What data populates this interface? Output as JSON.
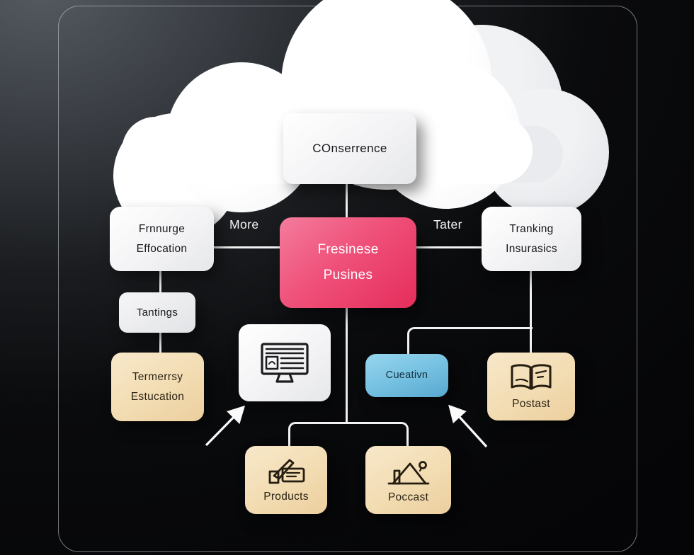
{
  "diagram": {
    "cloud_label": "COnserrence",
    "center_node": {
      "line1": "Fresinese",
      "line2": "Pusines"
    },
    "left_branch": {
      "edge_label": "More",
      "node": {
        "line1": "Frnnurge",
        "line2": "Effocation"
      },
      "child_label": "Tantings",
      "grandchild": {
        "line1": "Termerrsy",
        "line2": "Estucation"
      }
    },
    "right_branch": {
      "edge_label": "Tater",
      "node": {
        "line1": "Tranking",
        "line2": "Insurasics"
      },
      "blue_child_label": "Cueativn",
      "book_child_label": "Postast"
    },
    "bottom_row": {
      "products_label": "Products",
      "poccast_label": "Poccast"
    },
    "colors": {
      "background": "#08090b",
      "background_corner_gray": "#545a60",
      "frame_stroke": "#cdd2d7",
      "node_white": "#ffffff",
      "node_pink_top": "#f47c9d",
      "node_pink_bottom": "#e52d5b",
      "node_blue_top": "#97d6ef",
      "node_blue_bottom": "#58a7d0",
      "node_tan_top": "#f8e8ca",
      "node_tan_bottom": "#eccf9e",
      "connector_line": "#f2f2f2",
      "text_dark": "#17181a",
      "text_light": "#ffffff"
    }
  }
}
